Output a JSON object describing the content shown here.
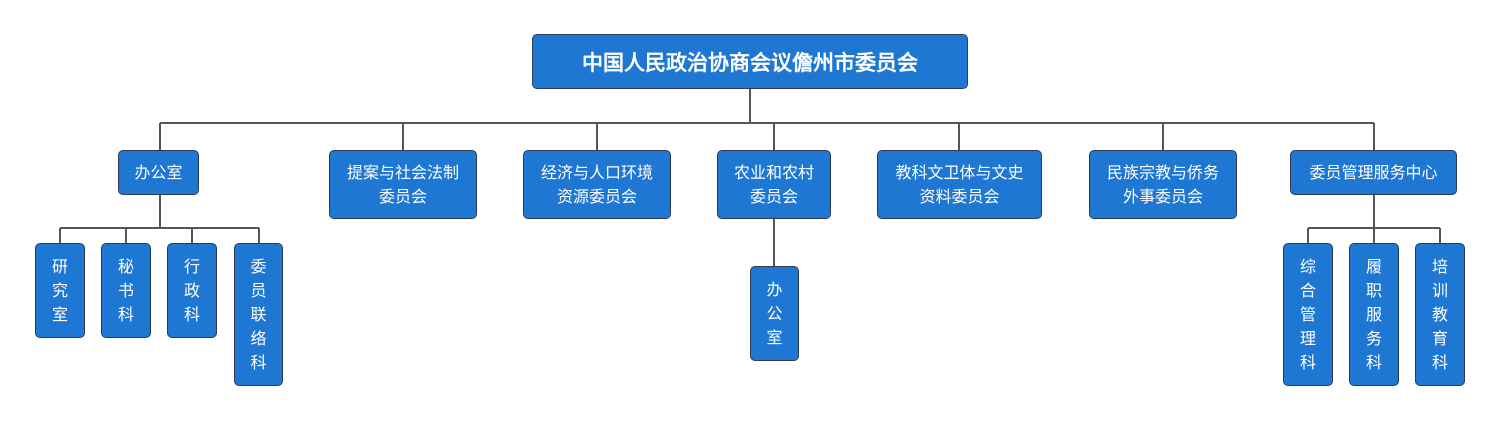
{
  "colors": {
    "box_fill": "#1f77d4",
    "box_border": "#2c3e55",
    "line": "#555555",
    "text": "#ffffff"
  },
  "org": {
    "root": "中国人民政治协商会议儋州市委员会",
    "office": {
      "label": "办公室",
      "children": [
        "研究室",
        "秘书科",
        "行政科",
        "委员联络科"
      ]
    },
    "committees": [
      "提案与社会法制\n委员会",
      "经济与人口环境\n资源委员会",
      "农业和农村\n委员会",
      "教科文卫体与文史\n资料委员会",
      "民族宗教与侨务\n外事委员会"
    ],
    "agri_office": "办公室",
    "service_center": {
      "label": "委员管理服务中心",
      "children": [
        "综合管理科",
        "履职服务科",
        "培训教育科"
      ]
    }
  }
}
